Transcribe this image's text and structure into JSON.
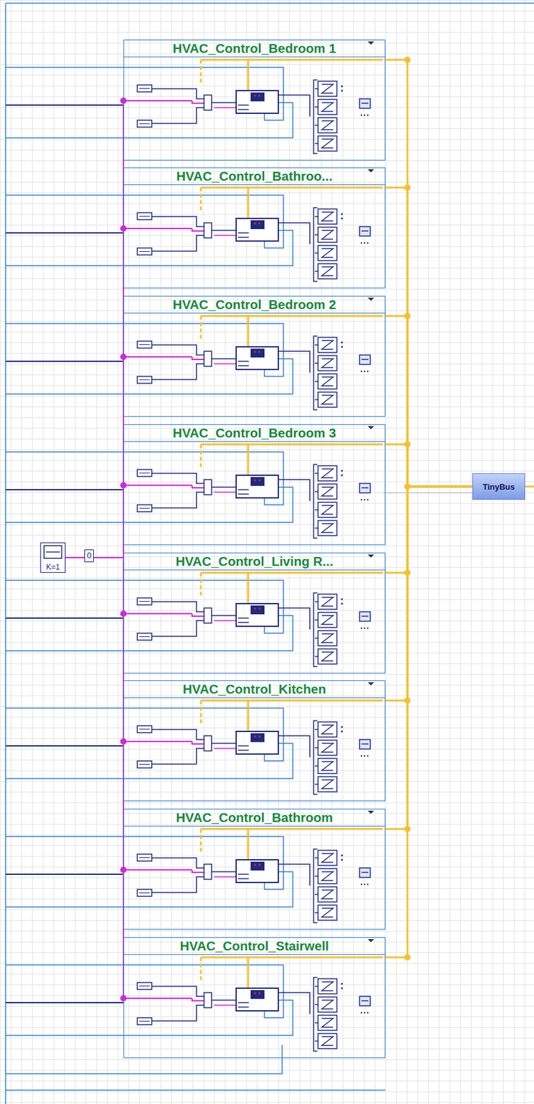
{
  "diagram": {
    "nodes": [
      {
        "text": [
          "HVAC_Control_Bedroom 1"
        ]
      },
      {
        "text": [
          "HVAC_Control_Bathroo..."
        ]
      },
      {
        "text": [
          "HVAC_Control_Bedroom 2"
        ]
      },
      {
        "text": [
          "HVAC_Control_Bedroom 3"
        ]
      },
      {
        "text": [
          "HVAC_Control_Living R..."
        ]
      },
      {
        "text": [
          "HVAC_Control_Kitchen"
        ]
      },
      {
        "text": [
          "HVAC_Control_Bathroom"
        ]
      },
      {
        "text": [
          "HVAC_Control_Stairwell"
        ]
      },
      {
        "text": [
          "TinyBus"
        ]
      },
      {
        "text": [
          "K=1"
        ]
      }
    ],
    "edges": [
      {
        "from": 0,
        "to": 8,
        "arrow": "none"
      },
      {
        "from": 1,
        "to": 8,
        "arrow": "none"
      },
      {
        "from": 2,
        "to": 8,
        "arrow": "none"
      },
      {
        "from": 3,
        "to": 8,
        "arrow": "none"
      },
      {
        "from": 4,
        "to": 8,
        "arrow": "none"
      },
      {
        "from": 5,
        "to": 8,
        "arrow": "none"
      },
      {
        "from": 6,
        "to": 8,
        "arrow": "none"
      },
      {
        "from": 7,
        "to": 8,
        "arrow": "none"
      },
      {
        "from": 9,
        "to": 0,
        "arrow": "none"
      },
      {
        "from": 9,
        "to": 1,
        "arrow": "none"
      },
      {
        "from": 9,
        "to": 2,
        "arrow": "none"
      },
      {
        "from": 9,
        "to": 3,
        "arrow": "none"
      },
      {
        "from": 9,
        "to": 4,
        "arrow": "none"
      },
      {
        "from": 9,
        "to": 5,
        "arrow": "none"
      },
      {
        "from": 9,
        "to": 6,
        "arrow": "none"
      },
      {
        "from": 9,
        "to": 7,
        "arrow": "none"
      }
    ],
    "labels": [
      "0"
    ]
  }
}
